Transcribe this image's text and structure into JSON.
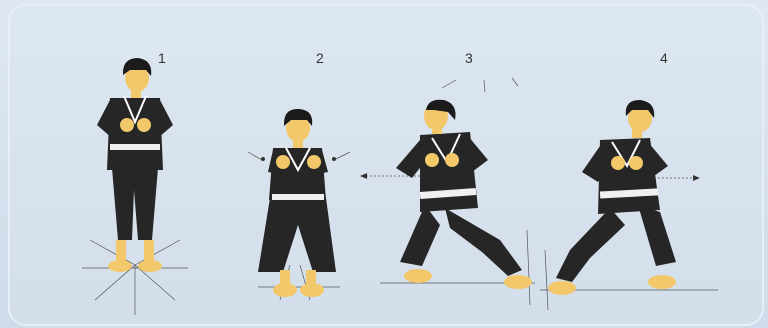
{
  "steps": [
    {
      "number": "1"
    },
    {
      "number": "2"
    },
    {
      "number": "3"
    },
    {
      "number": "4"
    }
  ],
  "colors": {
    "gi": "#262626",
    "belt": "#f0f0f0",
    "skin": "#f2c86a",
    "hair": "#1b1b1b",
    "background": "#d6e2ef"
  }
}
